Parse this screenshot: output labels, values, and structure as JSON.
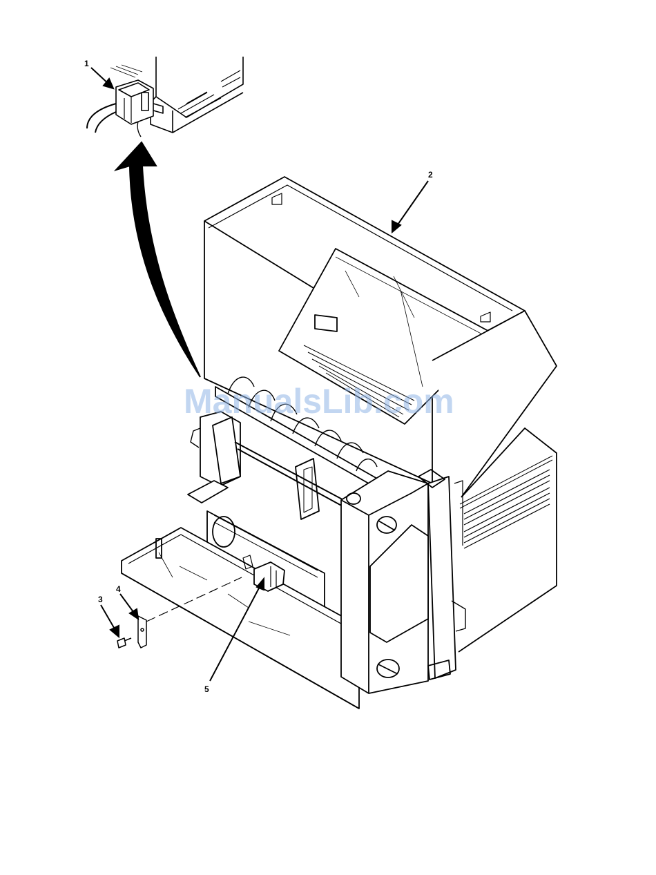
{
  "figure": {
    "callouts": [
      "1",
      "2",
      "3",
      "4",
      "5"
    ],
    "watermark": "ManualsLib.com"
  },
  "colors": {
    "ink": "#000000",
    "paper": "#ffffff",
    "watermark": "#8fb4e6"
  }
}
